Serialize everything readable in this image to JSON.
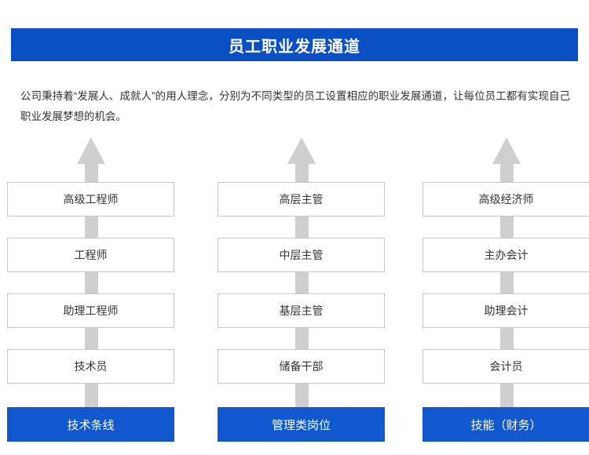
{
  "header": {
    "title": "员工职业发展通道",
    "banner_color": "#0b4fc4"
  },
  "intro": {
    "text": "公司秉持着“发展人、成就人”的用人理念，分别为不同类型的员工设置相应的职业发展通道，让每位员工都有实现自己职业发展梦想的机会。"
  },
  "diagram": {
    "arrow_color": "#cfcfcf",
    "category_color": "#1158ce",
    "columns": [
      {
        "category": "技术条线",
        "levels": [
          "高级工程师",
          "工程师",
          "助理工程师",
          "技术员"
        ]
      },
      {
        "category": "管理类岗位",
        "levels": [
          "高层主管",
          "中层主管",
          "基层主管",
          "储备干部"
        ]
      },
      {
        "category": "技能（财务）",
        "levels": [
          "高级经济师",
          "主办会计",
          "助理会计",
          "会计员"
        ]
      }
    ]
  }
}
